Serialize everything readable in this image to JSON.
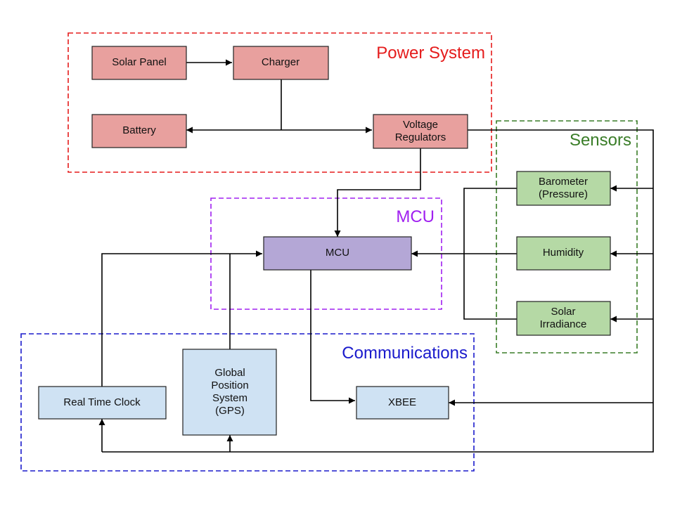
{
  "colors": {
    "power": "#e51c1c",
    "sensors": "#3a7d28",
    "mcu": "#a020f0",
    "communications": "#1a1acc",
    "power_block": "#e8a09e",
    "sensor_block": "#b5d9a5",
    "mcu_block": "#b4a7d6",
    "comm_block": "#cfe2f3"
  },
  "groups": {
    "power": "Power System",
    "sensors": "Sensors",
    "mcu": "MCU",
    "communications": "Communications"
  },
  "blocks": {
    "solar_panel": [
      "Solar Panel"
    ],
    "charger": [
      "Charger"
    ],
    "battery": [
      "Battery"
    ],
    "voltage_regulators": [
      "Voltage",
      "Regulators"
    ],
    "barometer": [
      "Barometer",
      "(Pressure)"
    ],
    "humidity": [
      "Humidity"
    ],
    "solar_irradiance": [
      "Solar",
      "Irradiance"
    ],
    "mcu": [
      "MCU"
    ],
    "real_time_clock": [
      "Real Time Clock"
    ],
    "gps": [
      "Global",
      "Position",
      "System",
      "(GPS)"
    ],
    "xbee": [
      "XBEE"
    ]
  }
}
